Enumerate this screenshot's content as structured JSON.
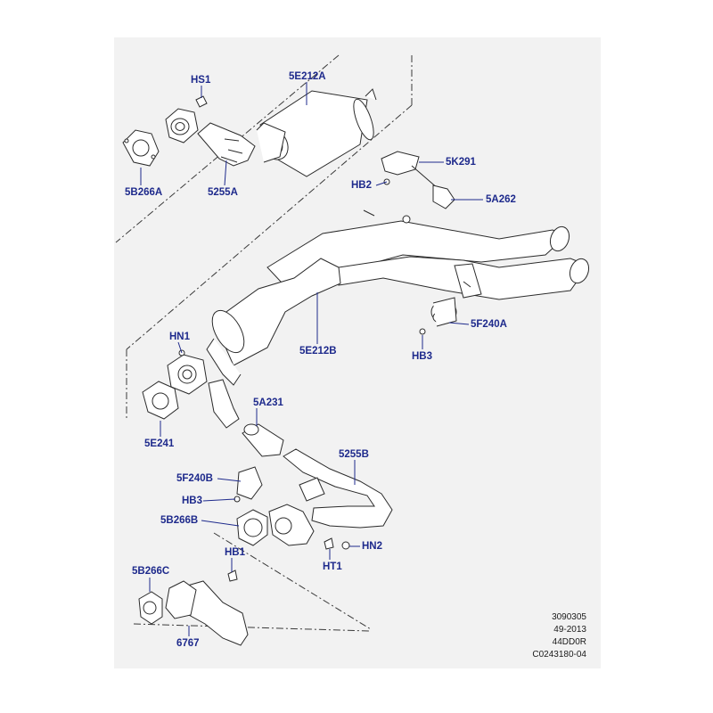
{
  "diagram": {
    "labels": {
      "hs1": "HS1",
      "5e212a": "5E212A",
      "5b266a": "5B266A",
      "5255a": "5255A",
      "5k291": "5K291",
      "hb2": "HB2",
      "5a262": "5A262",
      "5f240a": "5F240A",
      "hb3_upper": "HB3",
      "hn1": "HN1",
      "5e212b": "5E212B",
      "5e241": "5E241",
      "5a231": "5A231",
      "5255b": "5255B",
      "5f240b": "5F240B",
      "hb3_lower": "HB3",
      "5b266b": "5B266B",
      "hn2": "HN2",
      "ht1": "HT1",
      "hb1": "HB1",
      "5b266c": "5B266C",
      "6767": "6767"
    },
    "reference": {
      "line1": "3090305",
      "line2": "49-2013",
      "line3": "44DD0R",
      "line4": "C0243180-04"
    },
    "colors": {
      "label": "#1e2a8c",
      "panel": "#f2f2f2",
      "linework": "#2b2b2b"
    }
  }
}
